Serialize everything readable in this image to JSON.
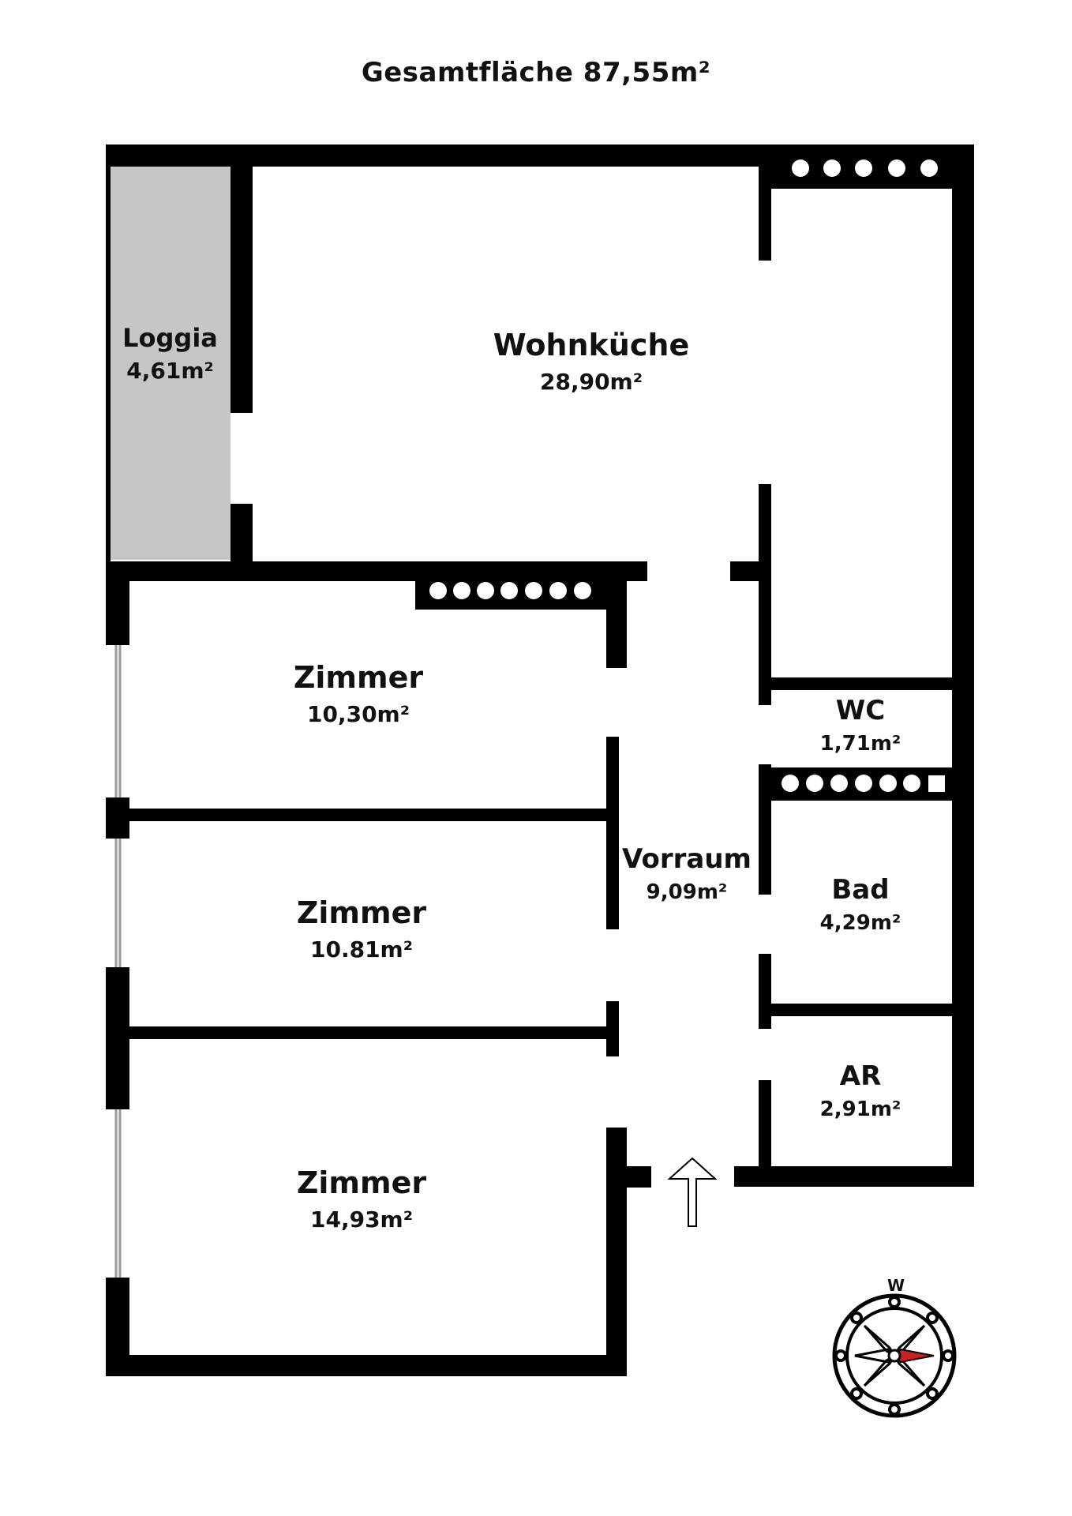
{
  "title": "Gesamtfläche 87,55m²",
  "rooms": {
    "loggia": {
      "name": "Loggia",
      "area": "4,61m²"
    },
    "wohnkueche": {
      "name": "Wohnküche",
      "area": "28,90m²"
    },
    "zimmer1": {
      "name": "Zimmer",
      "area": "10,30m²"
    },
    "zimmer2": {
      "name": "Zimmer",
      "area": "10.81m²"
    },
    "zimmer3": {
      "name": "Zimmer",
      "area": "14,93m²"
    },
    "vorraum": {
      "name": "Vorraum",
      "area": "9,09m²"
    },
    "wc": {
      "name": "WC",
      "area": "1,71m²"
    },
    "bad": {
      "name": "Bad",
      "area": "4,29m²"
    },
    "ar": {
      "name": "AR",
      "area": "2,91m²"
    }
  },
  "compass": {
    "label": "W"
  },
  "colors": {
    "wall": "#000000",
    "loggia": "#c6c6c6",
    "compass_needle": "#cc1f1f"
  }
}
